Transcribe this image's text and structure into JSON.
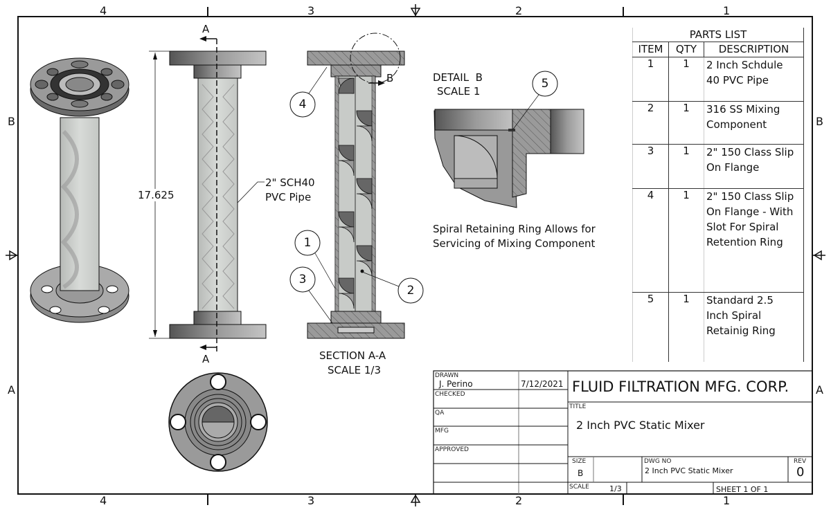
{
  "border": {
    "top_zones": [
      "4",
      "3",
      "2",
      "1"
    ],
    "bottom_zones": [
      "4",
      "3",
      "2",
      "1"
    ],
    "left_zones": [
      "B",
      "A"
    ],
    "right_zones": [
      "B",
      "A"
    ]
  },
  "views": {
    "front": {
      "section_marker": "A",
      "dimension": "17.625",
      "callout": "2\" SCH40\nPVC Pipe"
    },
    "section": {
      "title": "SECTION A-A",
      "scale": "SCALE 1/3",
      "detail_marker": "B",
      "balloons": [
        "1",
        "2",
        "3",
        "4"
      ]
    },
    "detail": {
      "title": "DETAIL  B",
      "scale": "SCALE 1",
      "balloon": "5",
      "note": "Spiral Retaining Ring Allows for\nServicing of Mixing Component"
    }
  },
  "parts_list": {
    "title": "PARTS LIST",
    "headers": [
      "ITEM",
      "QTY",
      "DESCRIPTION"
    ],
    "rows": [
      {
        "item": "1",
        "qty": "1",
        "description": "2 Inch Schdule\n40 PVC Pipe"
      },
      {
        "item": "2",
        "qty": "1",
        "description": "316 SS Mixing\nComponent"
      },
      {
        "item": "3",
        "qty": "1",
        "description": "2\" 150 Class Slip\nOn Flange"
      },
      {
        "item": "4",
        "qty": "1",
        "description": "2\" 150 Class Slip\nOn Flange - With\nSlot For Spiral\nRetention Ring"
      },
      {
        "item": "5",
        "qty": "1",
        "description": "Standard 2.5\nInch Spiral\nRetainig Ring"
      }
    ]
  },
  "title_block": {
    "drawn_label": "DRAWN",
    "drawn_by": "J. Perino",
    "drawn_date": "7/12/2021",
    "checked_label": "CHECKED",
    "qa_label": "QA",
    "mfg_label": "MFG",
    "approved_label": "APPROVED",
    "company": "FLUID FILTRATION MFG. CORP.",
    "title_label": "TITLE",
    "title": "2 Inch PVC Static Mixer",
    "size_label": "SIZE",
    "size": "B",
    "dwg_no_label": "DWG NO",
    "dwg_no": "2 Inch PVC Static Mixer",
    "rev_label": "REV",
    "rev": "0",
    "scale_label": "SCALE",
    "scale": "1/3",
    "sheet": "SHEET 1  OF 1"
  }
}
